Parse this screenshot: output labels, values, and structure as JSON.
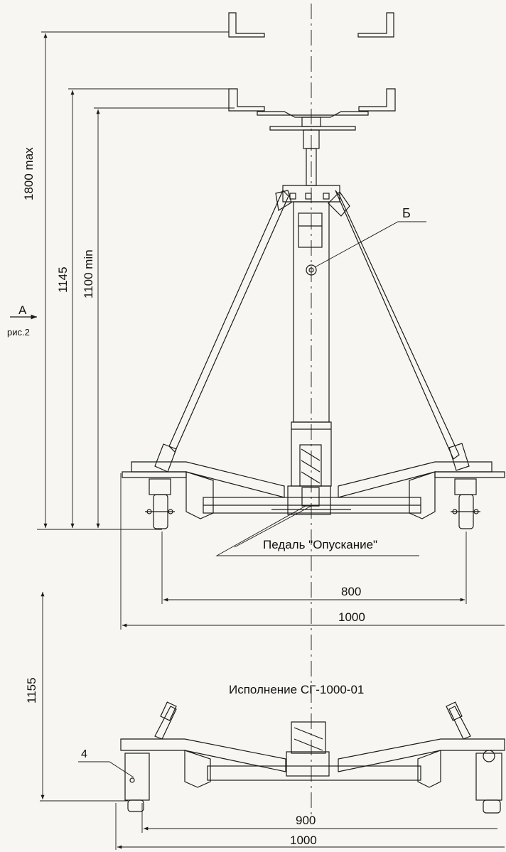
{
  "dimensions": {
    "max_height": "1800 max",
    "height_1145": "1145",
    "min_height": "1100 min",
    "height_1155": "1155",
    "wheel_spacing_800": "800",
    "overall_width_1000_top": "1000",
    "wheel_spacing_900": "900",
    "overall_width_1000_bottom": "1000"
  },
  "callouts": {
    "view_letter": "А",
    "view_ref": "рис.2",
    "detail_b": "Б",
    "pedal": "Педаль \"Опускание\"",
    "part_number": "4"
  },
  "variant_title": "Исполнение СГ-1000-01",
  "colors": {
    "ink": "#1a1a1a",
    "paper": "#f7f6f2"
  }
}
